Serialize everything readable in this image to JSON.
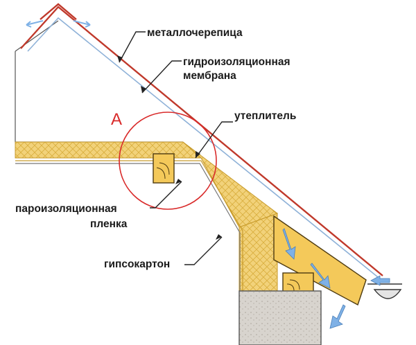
{
  "labels": {
    "roof_tile": "металлочерепица",
    "membrane_line1": "гидроизоляционная",
    "membrane_line2": "мембрана",
    "insulation": "утеплитель",
    "vapor_line1": "пароизоляционная",
    "vapor_line2": "пленка",
    "drywall": "гипсокартон",
    "detail_marker": "A"
  },
  "colors": {
    "roof": "#c0392b",
    "membrane": "#8fb2d8",
    "insulation": "#f2d27a",
    "insulation_edge": "#c79a2a",
    "wood": "#f4c95a",
    "wall": "#d8d4ce",
    "arrow": "#7fb1e6",
    "marker": "#d92b2b",
    "leader": "#222222"
  }
}
